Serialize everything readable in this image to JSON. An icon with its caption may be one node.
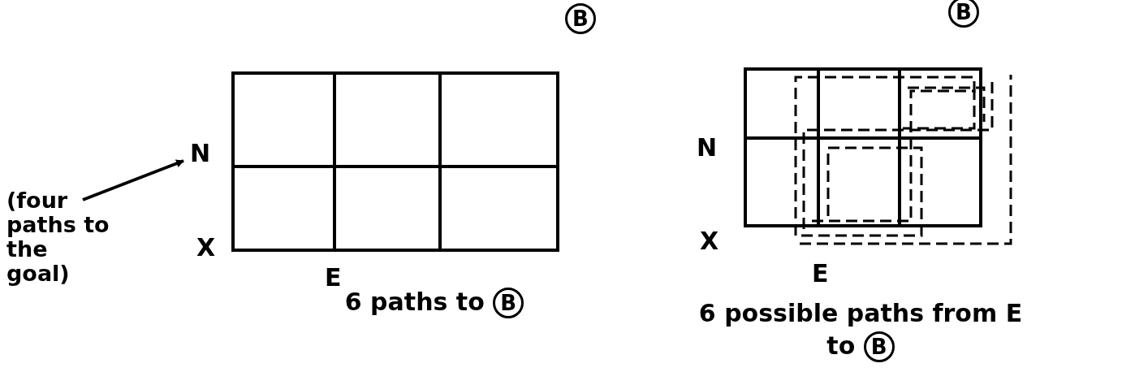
{
  "diagram": {
    "nodes": [
      {
        "text": [
          "(four paths to the goal)"
        ]
      },
      {
        "text": [
          "N"
        ]
      }
    ],
    "edges": [
      {
        "from": 0,
        "to": 1,
        "arrow": "to"
      }
    ],
    "labels": [
      "B",
      "X",
      "E",
      "6 paths to",
      "B",
      "B",
      "N",
      "X",
      "E",
      "6 possible paths from E to",
      "B"
    ]
  }
}
